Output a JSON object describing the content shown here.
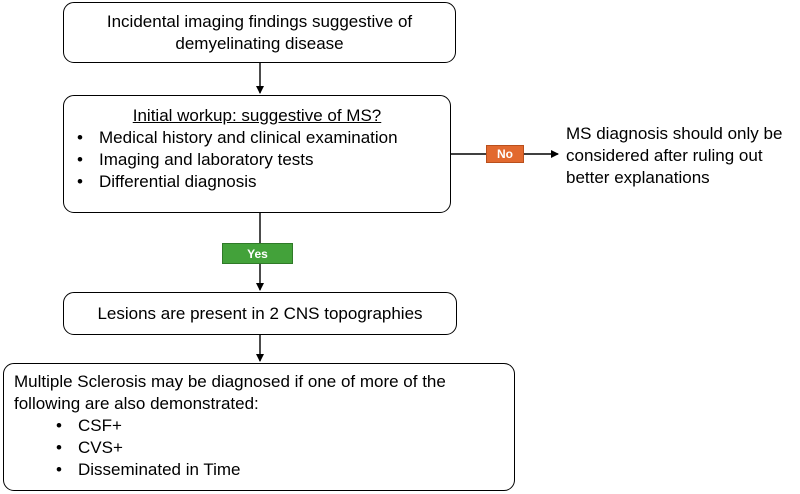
{
  "nodes": {
    "incidental": {
      "line1": "Incidental imaging findings suggestive of",
      "line2": "demyelinating disease"
    },
    "initial_workup": {
      "title": "Initial workup: suggestive of MS?",
      "items": [
        "Medical history and clinical examination",
        "Imaging and laboratory tests",
        "Differential diagnosis"
      ]
    },
    "lesions": {
      "text": "Lesions are present in 2 CNS topographies"
    },
    "ms_diagnosis": {
      "line1": "Multiple Sclerosis may be diagnosed if one of more of the",
      "line2": "following are also demonstrated:",
      "items": [
        "CSF+",
        "CVS+",
        "Disseminated in Time"
      ]
    },
    "alternative": {
      "line1": "MS diagnosis should only be",
      "line2": "considered after ruling out",
      "line3": "better explanations"
    }
  },
  "edges": {
    "no": {
      "label": "No",
      "color": "#e2692f"
    },
    "yes": {
      "label": "Yes",
      "color": "#43a23a"
    }
  },
  "colors": {
    "line": "#000000",
    "box_border": "#000000"
  }
}
